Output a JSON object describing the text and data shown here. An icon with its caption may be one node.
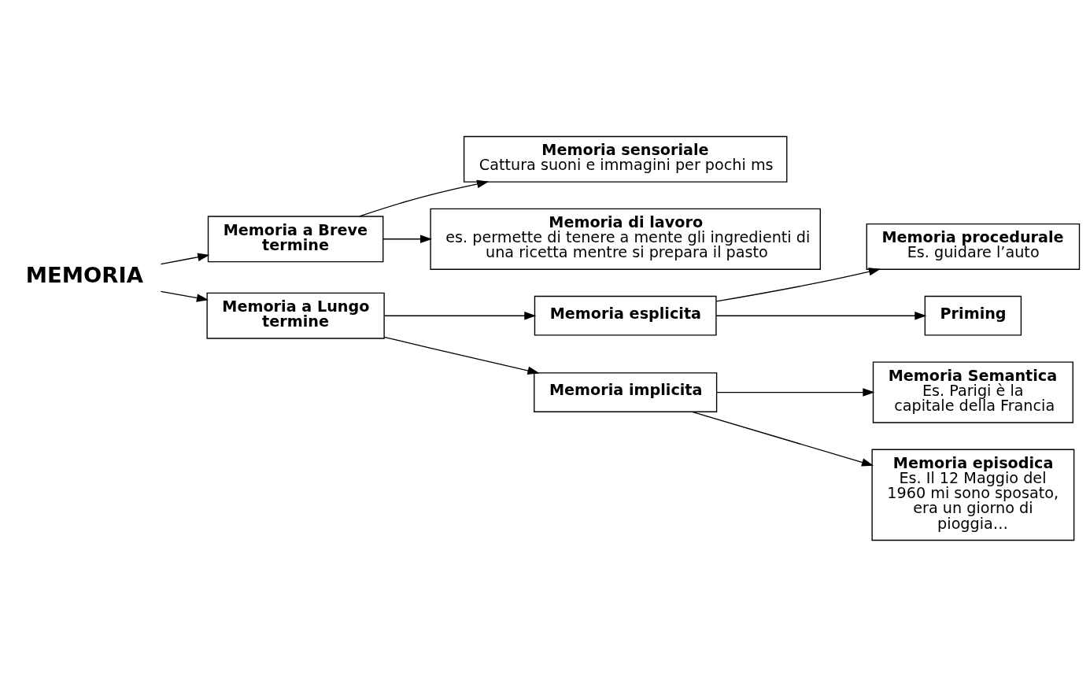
{
  "diagram": {
    "nodes": [
      {
        "text": [
          "MEMORIA"
        ]
      },
      {
        "text": [
          "Memoria a Breve termine"
        ]
      },
      {
        "text": [
          "Memoria sensoriale",
          "Cattura suoni e immagini per pochi ms"
        ]
      },
      {
        "text": [
          "Memoria di lavoro",
          "es. permette di tenere a mente gli ingredienti di una ricetta mentre si prepara il pasto"
        ]
      },
      {
        "text": [
          "Memoria a Lungo termine"
        ]
      },
      {
        "text": [
          "Memoria esplicita"
        ]
      },
      {
        "text": [
          "Memoria procedurale",
          "Es. guidare l’auto"
        ]
      },
      {
        "text": [
          "Priming"
        ]
      },
      {
        "text": [
          "Memoria implicita"
        ]
      },
      {
        "text": [
          "Memoria Semantica",
          "Es. Parigi è la capitale della Francia"
        ]
      },
      {
        "text": [
          "Memoria episodica",
          "Es. Il 12 Maggio del 1960 mi sono sposato, era un giorno di pioggia…"
        ]
      }
    ],
    "edges": [
      {
        "from": 0,
        "to": 1,
        "arrow": "to"
      },
      {
        "from": 0,
        "to": 4,
        "arrow": "to"
      },
      {
        "from": 1,
        "to": 2,
        "arrow": "to"
      },
      {
        "from": 1,
        "to": 3,
        "arrow": "to"
      },
      {
        "from": 4,
        "to": 5,
        "arrow": "to"
      },
      {
        "from": 4,
        "to": 8,
        "arrow": "to"
      },
      {
        "from": 5,
        "to": 6,
        "arrow": "to"
      },
      {
        "from": 5,
        "to": 7,
        "arrow": "to"
      },
      {
        "from": 8,
        "to": 9,
        "arrow": "to"
      },
      {
        "from": 8,
        "to": 10,
        "arrow": "to"
      }
    ]
  }
}
